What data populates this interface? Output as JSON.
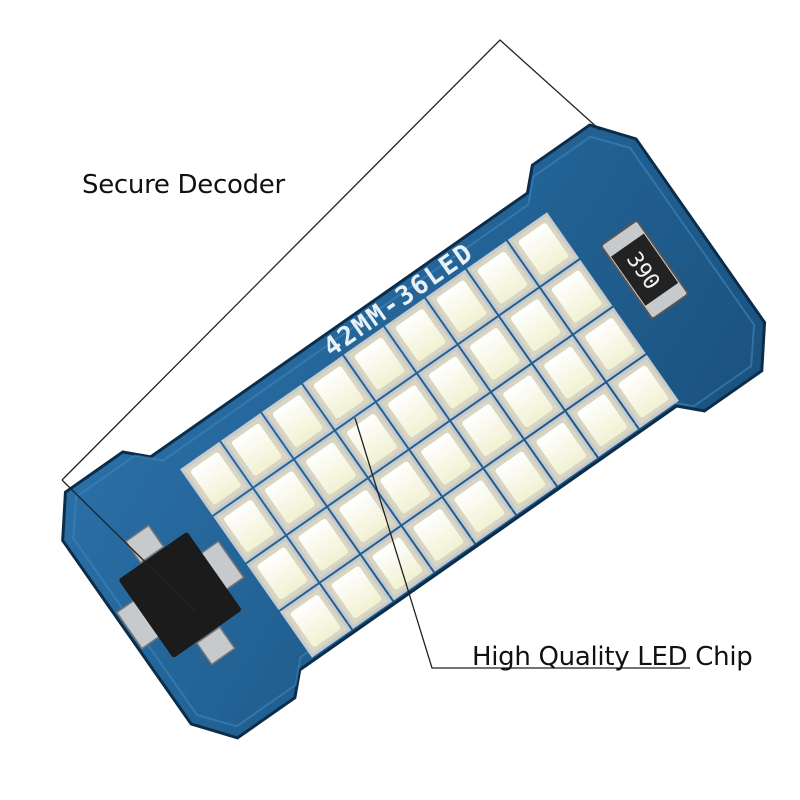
{
  "callouts": {
    "decoder": "Secure Decoder",
    "led_chip": "High Quality LED Chip"
  },
  "board": {
    "silkscreen": "42MM-36LED",
    "resistor_code": "390"
  },
  "colors": {
    "pcb": "#1f5d8e",
    "pcb_dark": "#123e63",
    "pcb_edge": "#0c2d4a",
    "led_face": "#fbfbe4",
    "led_rim": "#d8d6c2",
    "pad": "#c7cacd",
    "ic_body": "#1b1b1b",
    "leader_line": "#222222"
  }
}
